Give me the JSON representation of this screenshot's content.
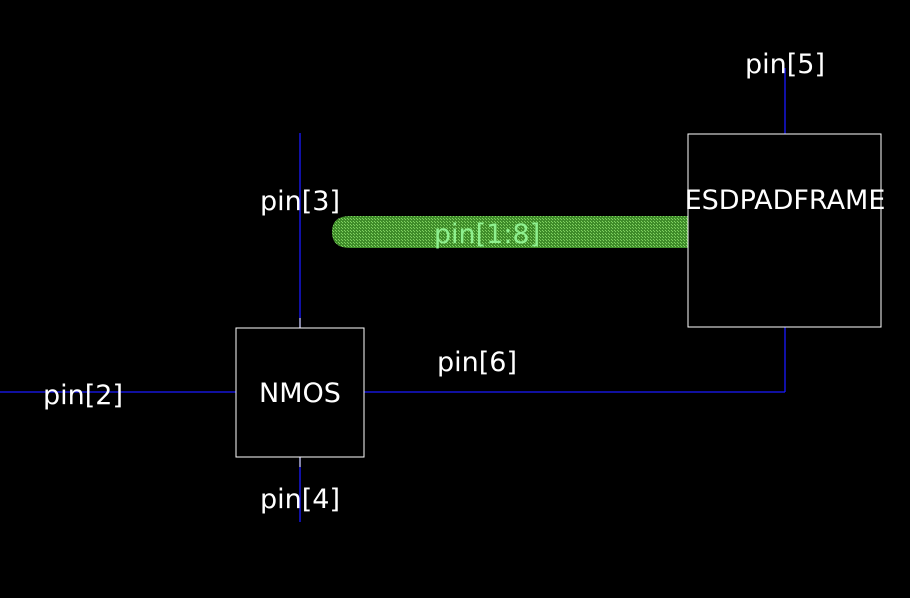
{
  "colors": {
    "background": "#000000",
    "wire": "#1a1aff",
    "component_outline": "#ffffff",
    "text": "#ffffff",
    "bus_fill": "#4fa336",
    "bus_text": "#8ef08e"
  },
  "components": {
    "nmos": {
      "name": "NMOS"
    },
    "esd_pad_frame": {
      "name": "ESDPADFRAME"
    }
  },
  "nets": {
    "pin2": "pin[2]",
    "pin3": "pin[3]",
    "pin4": "pin[4]",
    "pin5": "pin[5]",
    "pin6": "pin[6]",
    "bus": "pin[1:8]"
  }
}
